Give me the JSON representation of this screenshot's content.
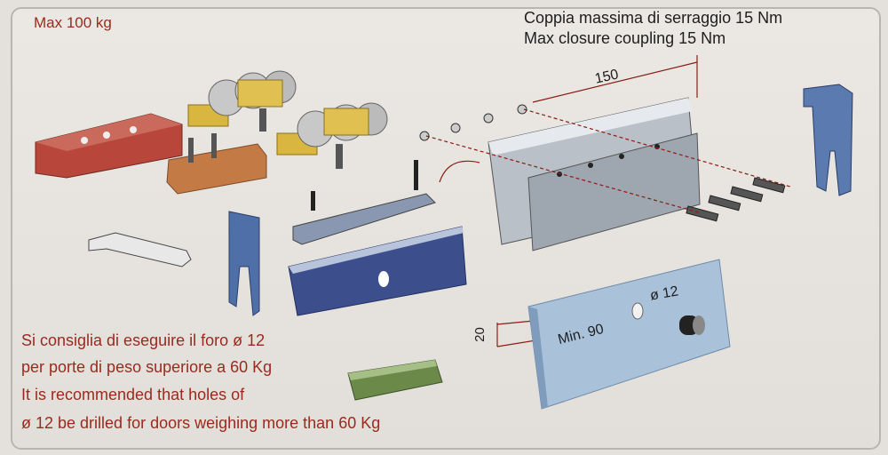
{
  "max_load": "Max 100 kg",
  "torque_it": "Coppia massima di serraggio 15 Nm",
  "torque_en": "Max closure coupling 15 Nm",
  "dimensions": {
    "rail_length": "150",
    "height": "20",
    "min_distance": "Min. 90",
    "hole_diameter": "ø 12"
  },
  "note": [
    "Si consiglia di eseguire il foro ø 12",
    "per porte di peso superiore a 60 Kg",
    "It is recommended that holes of",
    "ø 12 be drilled for doors weighing more than 60 Kg"
  ],
  "colors": {
    "text_red": "#9a2a1e",
    "dim_line": "#8b1c14",
    "rail": "#b9c0c8",
    "glass": "#a9c2da",
    "bracket_gold": "#d9b640",
    "stop_red": "#b8463a",
    "guide_green": "#6b8a4a",
    "clamp_blue": "#3c4f8c"
  }
}
